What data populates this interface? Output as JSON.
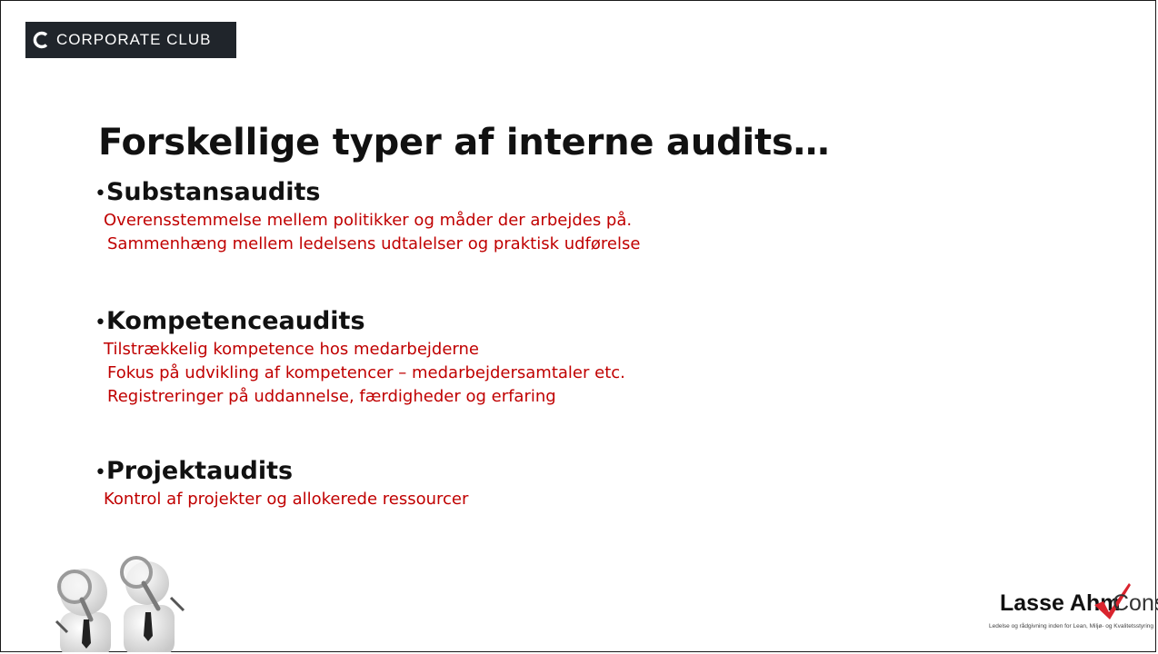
{
  "brand": {
    "icon": "c-logo-icon",
    "name": "CORPORATE CLUB",
    "color": "#20252b"
  },
  "slide": {
    "title": "Forskellige typer af interne audits…",
    "accent_color": "#c00000",
    "sections": [
      {
        "bullet": "•",
        "heading": "Substansaudits",
        "lines": [
          "Overensstemmelse mellem politikker og måder der arbejdes på.",
          "Sammenhæng mellem ledelsens udtalelser og praktisk udførelse"
        ]
      },
      {
        "bullet": "•",
        "heading": "Kompetenceaudits",
        "lines": [
          "Tilstrækkelig kompetence hos medarbejderne",
          "Fokus på udvikling af kompetencer – medarbejdersamtaler etc.",
          "Registreringer på uddannelse, færdigheder og erfaring"
        ]
      },
      {
        "bullet": "•",
        "heading": "Projektaudits",
        "lines": [
          "Kontrol af projekter og allokerede ressourcer"
        ]
      }
    ]
  },
  "illustration": {
    "icon": "people-magnifying-glass-icon"
  },
  "logo": {
    "name": "Lasse Ahm",
    "suffix": "Consult",
    "tagline": "Ledelse og rådgivning inden for Lean, Miljø- og Kvalitetsstyring",
    "check_color": "#d9232d"
  }
}
